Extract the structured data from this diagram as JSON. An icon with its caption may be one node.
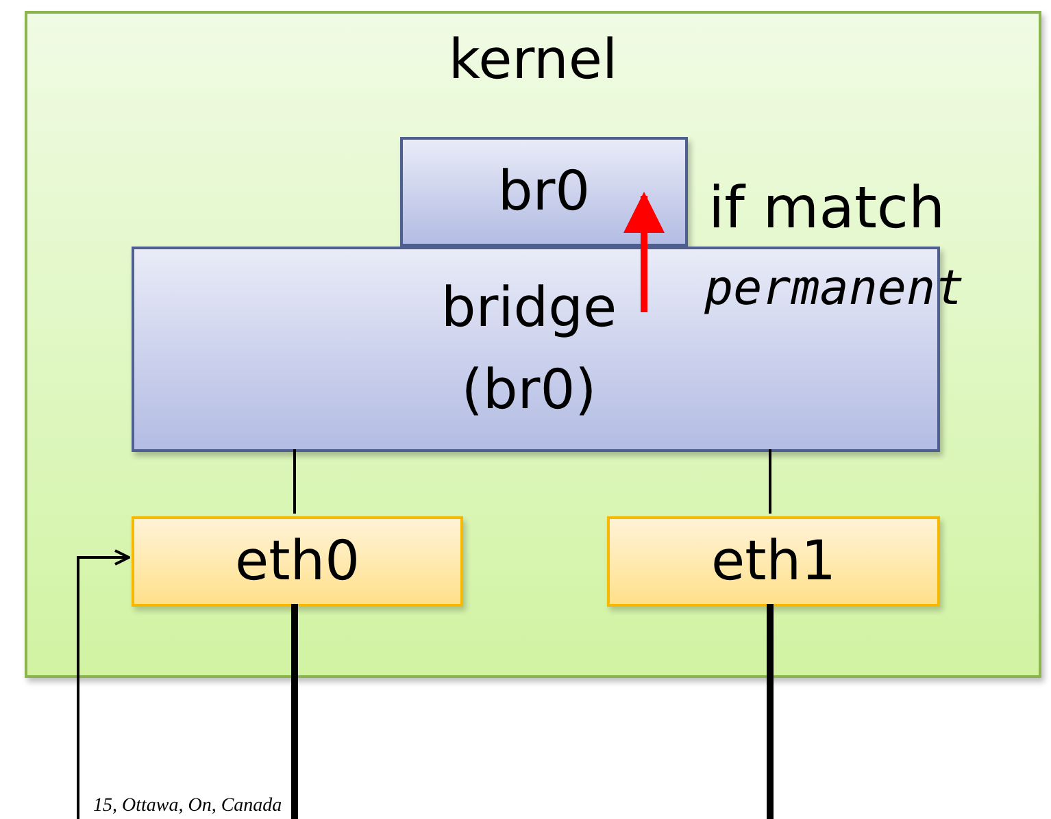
{
  "diagram": {
    "nodes": [
      {
        "text": [
          "kernel"
        ]
      },
      {
        "text": [
          "br0"
        ],
        "in": 0
      },
      {
        "text": [
          "bridge (br0)"
        ],
        "in": 0
      },
      {
        "text": [
          "eth0"
        ],
        "in": 0
      },
      {
        "text": [
          "eth1"
        ],
        "in": 0
      }
    ],
    "edges": [
      {
        "from": 2,
        "to": 3,
        "arrow": "none"
      },
      {
        "from": 2,
        "to": 4,
        "arrow": "none"
      },
      {
        "from": null,
        "to": 3,
        "arrow": "to"
      },
      {
        "from": 3,
        "to": null,
        "arrow": "none",
        "style": "thick"
      },
      {
        "from": 4,
        "to": null,
        "arrow": "none",
        "style": "thick"
      },
      {
        "from": 2,
        "to": 1,
        "arrow": "to",
        "style": "thick",
        "color": "#ff0000"
      }
    ],
    "labels": [
      "if match",
      "permanent",
      "15, Ottawa, On, Canada"
    ]
  }
}
